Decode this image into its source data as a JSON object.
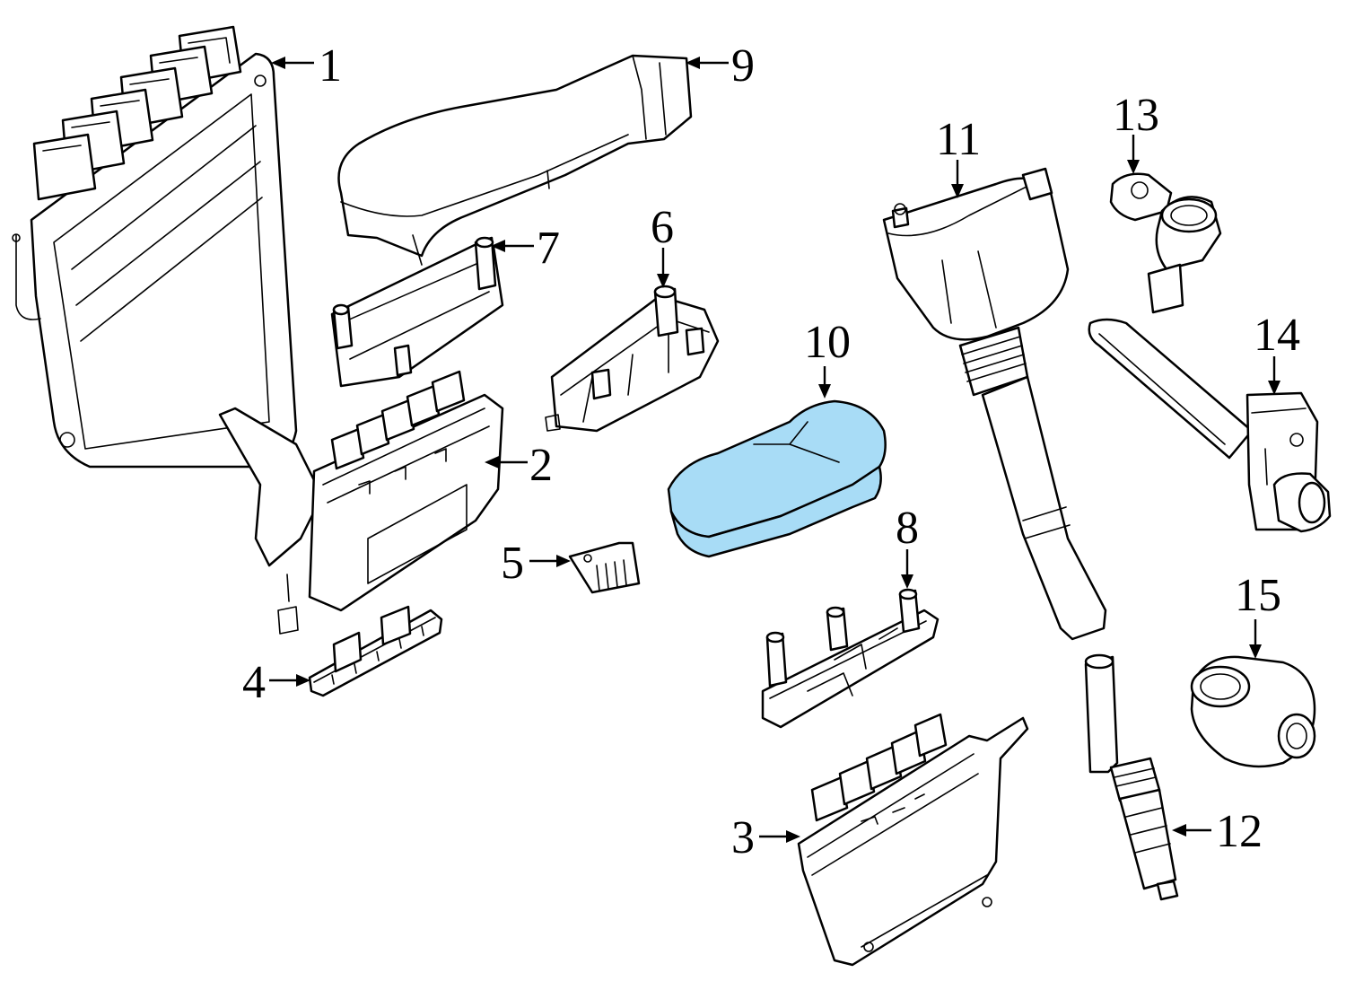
{
  "callouts": [
    {
      "id": "1",
      "label": "1"
    },
    {
      "id": "2",
      "label": "2"
    },
    {
      "id": "3",
      "label": "3"
    },
    {
      "id": "4",
      "label": "4"
    },
    {
      "id": "5",
      "label": "5"
    },
    {
      "id": "6",
      "label": "6"
    },
    {
      "id": "7",
      "label": "7"
    },
    {
      "id": "8",
      "label": "8"
    },
    {
      "id": "9",
      "label": "9"
    },
    {
      "id": "10",
      "label": "10"
    },
    {
      "id": "11",
      "label": "11"
    },
    {
      "id": "12",
      "label": "12"
    },
    {
      "id": "13",
      "label": "13"
    },
    {
      "id": "14",
      "label": "14"
    },
    {
      "id": "15",
      "label": "15"
    }
  ],
  "highlight": {
    "part": "10",
    "color": "#a8dcf6"
  },
  "colors": {
    "line": "#000000",
    "background": "#ffffff"
  }
}
